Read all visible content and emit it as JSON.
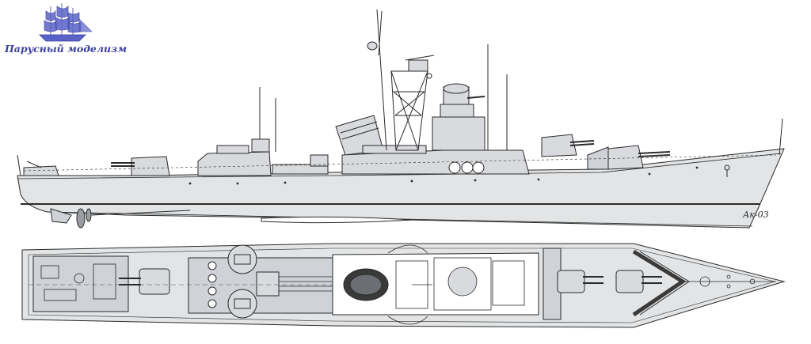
{
  "logo": {
    "text": "Парусный моделизм",
    "icon": "sailing-ship-icon",
    "color": "#3a3fa0"
  },
  "drawing": {
    "views": [
      "side-profile",
      "top-plan"
    ],
    "signature": "Ак-03",
    "line_color": "#2a2a2a",
    "hull_fill": "#e2e4e6",
    "deck_fill": "#cfd2d6",
    "dark_fill": "#3a3a3a"
  }
}
